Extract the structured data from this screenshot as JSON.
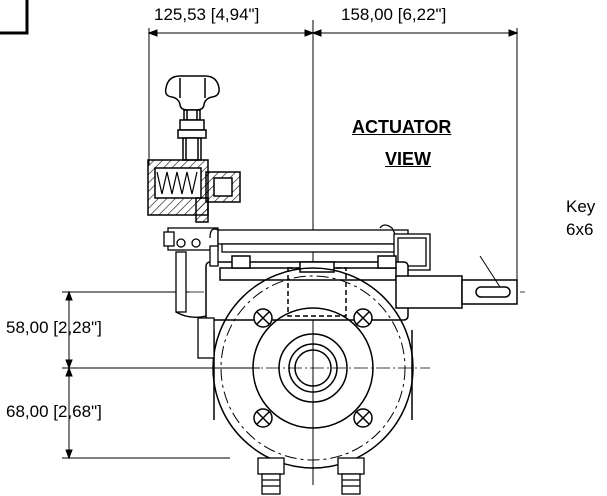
{
  "dimensions": {
    "top_left": "125,53 [4,94\"]",
    "top_right": "158,00 [6,22\"]",
    "left_upper": "58,00 [2,28\"]",
    "left_lower": "68,00 [2,68\"]"
  },
  "view_title": {
    "line1": "ACTUATOR",
    "line2": "VIEW"
  },
  "key": {
    "line1": "Key",
    "line2": "6x6"
  }
}
